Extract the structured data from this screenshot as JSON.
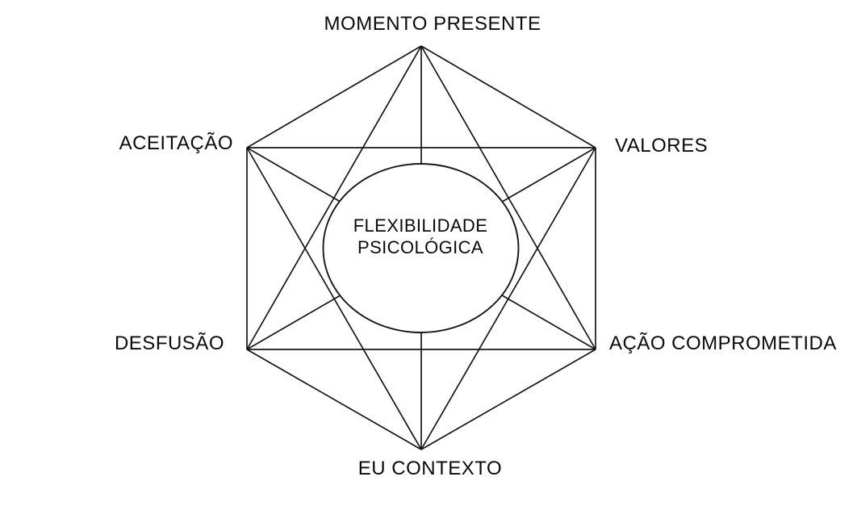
{
  "diagram": {
    "type": "hexaflex",
    "description": "Hexagon with six labeled vertices, all interconnected, around a central circle",
    "center": {
      "line1": "FLEXIBILIDADE",
      "line2": "PSICOLÓGICA"
    },
    "nodes": [
      {
        "label": "MOMENTO PRESENTE",
        "position": "top"
      },
      {
        "label": "VALORES",
        "position": "upper-right"
      },
      {
        "label": "AÇÃO COMPROMETIDA",
        "position": "lower-right"
      },
      {
        "label": "EU CONTEXTO",
        "position": "bottom"
      },
      {
        "label": "DESFUSÃO",
        "position": "lower-left"
      },
      {
        "label": "ACEITAÇÃO",
        "position": "upper-left"
      }
    ],
    "colors": {
      "line": "#161616",
      "background": "#ffffff",
      "text": "#0a0a0a"
    }
  }
}
